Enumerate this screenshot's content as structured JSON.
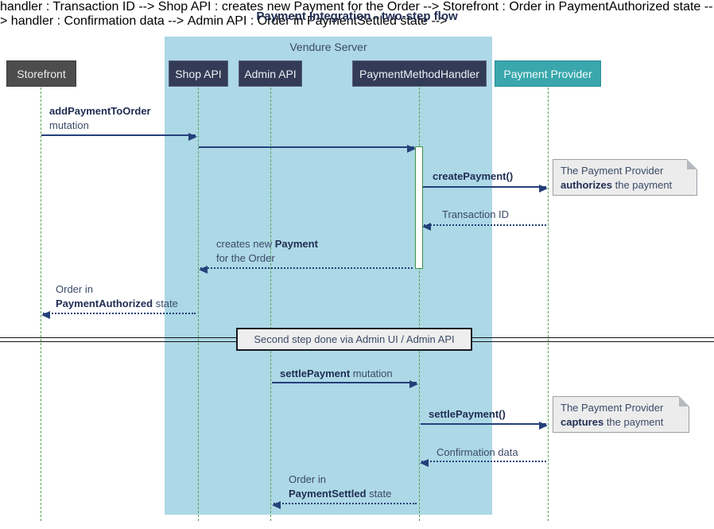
{
  "title": "Payment Integration - two-step flow",
  "frame": {
    "label": "Vendure Server"
  },
  "participants": {
    "storefront": "Storefront",
    "shop_api": "Shop API",
    "admin_api": "Admin API",
    "handler": "PaymentMethodHandler",
    "provider": "Payment Provider"
  },
  "messages": {
    "m1": {
      "bold": "addPaymentToOrder",
      "line2": "mutation"
    },
    "m3": {
      "bold": "createPayment()"
    },
    "m4": {
      "text": "Transaction ID"
    },
    "m5": {
      "pre": "creates new ",
      "bold": "Payment",
      "line2": "for the Order"
    },
    "m6": {
      "line1": "Order in",
      "bold": "PaymentAuthorized",
      "rest": " state"
    },
    "m7": {
      "bold": "settlePayment",
      "rest": " mutation"
    },
    "m8": {
      "bold": "settlePayment()"
    },
    "m9": {
      "text": "Confirmation data"
    },
    "m10": {
      "line1": "Order in",
      "bold": "PaymentSettled",
      "rest": " state"
    }
  },
  "notes": {
    "authorize": {
      "line1": "The Payment Provider",
      "bold": "authorizes",
      "rest": " the payment"
    },
    "capture": {
      "line1": "The Payment Provider",
      "bold": "captures",
      "rest": " the payment"
    }
  },
  "divider": {
    "label": "Second step done via Admin UI / Admin API"
  },
  "colors": {
    "server_frame_bg": "#add8e6",
    "participant_navy": "#333b56",
    "participant_gray": "#4d4d4d",
    "provider_teal": "#39a7ac",
    "lifeline_green": "#54a352",
    "activation_border_green": "#3f9143",
    "arrow_navy": "#24407a",
    "text_navy": "#1f2d53",
    "note_bg": "#ececec",
    "divider_box_bg": "#eeeeee"
  }
}
